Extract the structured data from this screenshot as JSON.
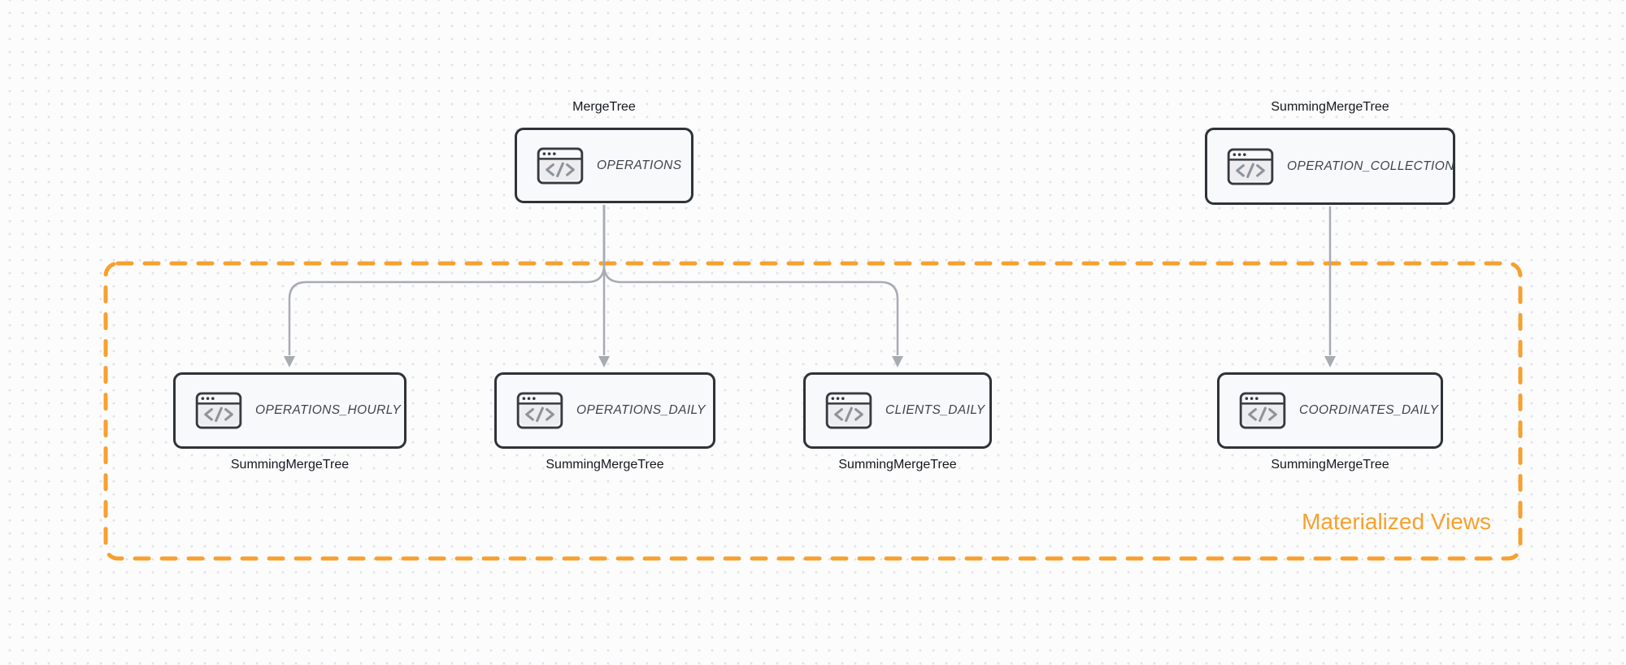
{
  "diagram": {
    "materialized_views_label": "Materialized Views",
    "colors": {
      "accent_orange": "#F7A02E",
      "arrow_gray": "#A7ABB2",
      "node_border": "#2E3338",
      "node_fill": "#F8F9FA",
      "background": "#FCFCFD",
      "dot_grid": "#E0E3E7"
    },
    "nodes": [
      {
        "id": "operations",
        "label": "OPERATIONS",
        "engine_label": "MergeTree",
        "engine_position": "above",
        "icon": "code-window-icon"
      },
      {
        "id": "operation_collection",
        "label": "OPERATION_COLLECTION",
        "engine_label": "SummingMergeTree",
        "engine_position": "above",
        "icon": "code-window-icon"
      },
      {
        "id": "operations_hourly",
        "label": "OPERATIONS_HOURLY",
        "engine_label": "SummingMergeTree",
        "engine_position": "below",
        "icon": "code-window-icon"
      },
      {
        "id": "operations_daily",
        "label": "OPERATIONS_DAILY",
        "engine_label": "SummingMergeTree",
        "engine_position": "below",
        "icon": "code-window-icon"
      },
      {
        "id": "clients_daily",
        "label": "CLIENTS_DAILY",
        "engine_label": "SummingMergeTree",
        "engine_position": "below",
        "icon": "code-window-icon"
      },
      {
        "id": "coordinates_daily",
        "label": "COORDINATES_DAILY",
        "engine_label": "SummingMergeTree",
        "engine_position": "below",
        "icon": "code-window-icon"
      }
    ],
    "edges": [
      {
        "from": "operations",
        "to": "operations_hourly"
      },
      {
        "from": "operations",
        "to": "operations_daily"
      },
      {
        "from": "operations",
        "to": "clients_daily"
      },
      {
        "from": "operation_collection",
        "to": "coordinates_daily"
      }
    ]
  }
}
